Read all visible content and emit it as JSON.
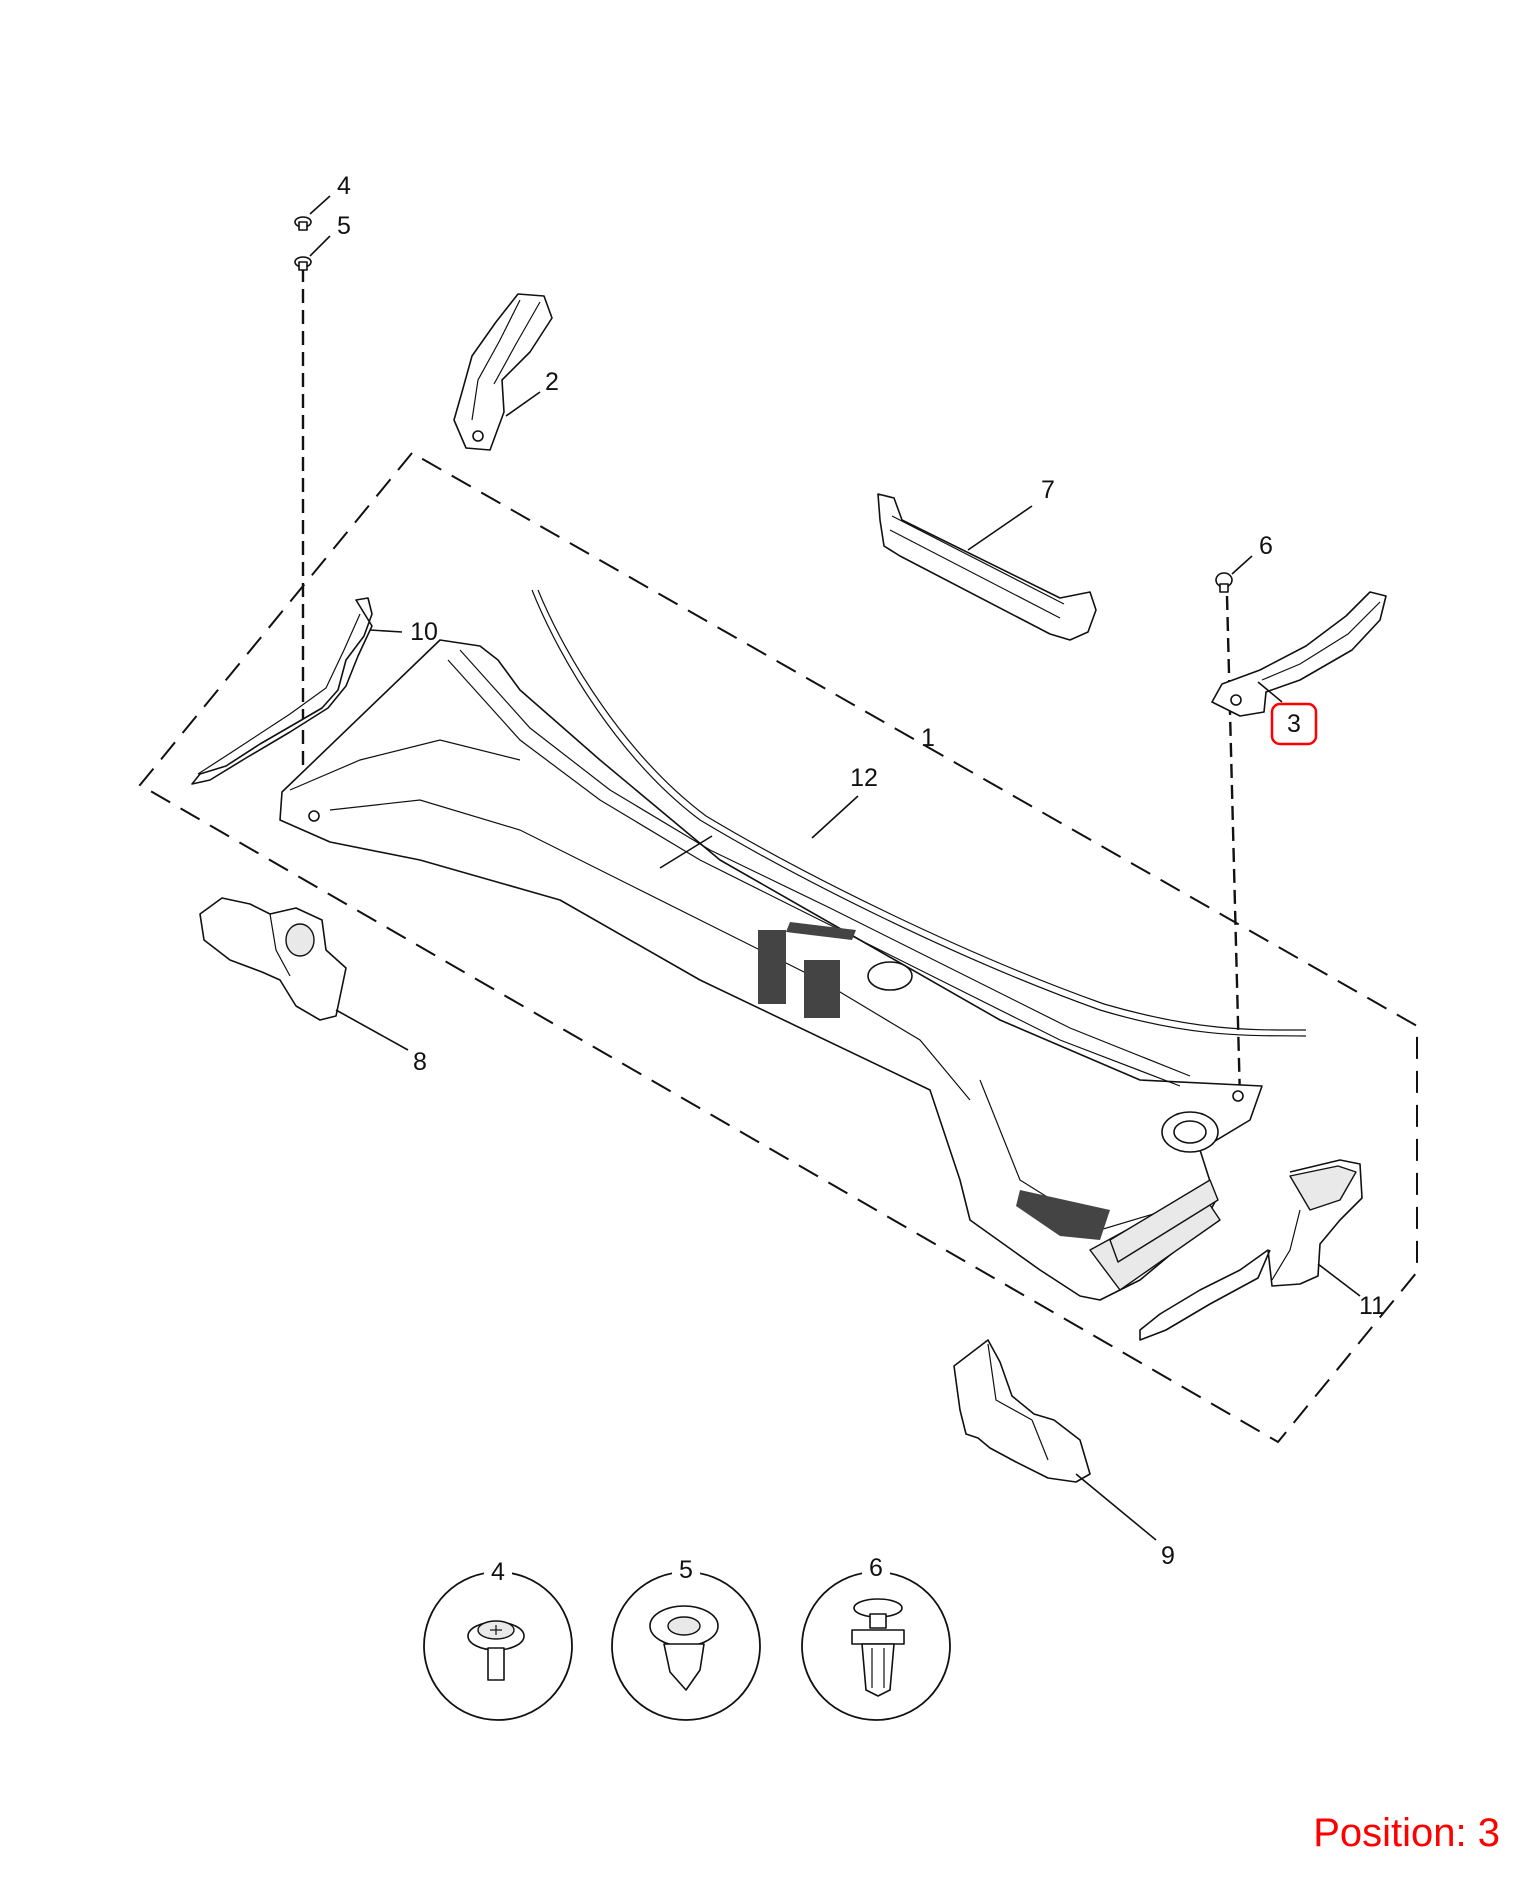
{
  "highlight_color": "#ff0000",
  "callouts": {
    "c1": "1",
    "c2": "2",
    "c3": "3",
    "c4": "4",
    "c5": "5",
    "c6": "6",
    "c7": "7",
    "c8": "8",
    "c9": "9",
    "c10": "10",
    "c11": "11",
    "c12": "12"
  },
  "details": {
    "d4": "4",
    "d5": "5",
    "d6": "6"
  },
  "highlighted_callout": "3",
  "position_label": "Position: 3"
}
